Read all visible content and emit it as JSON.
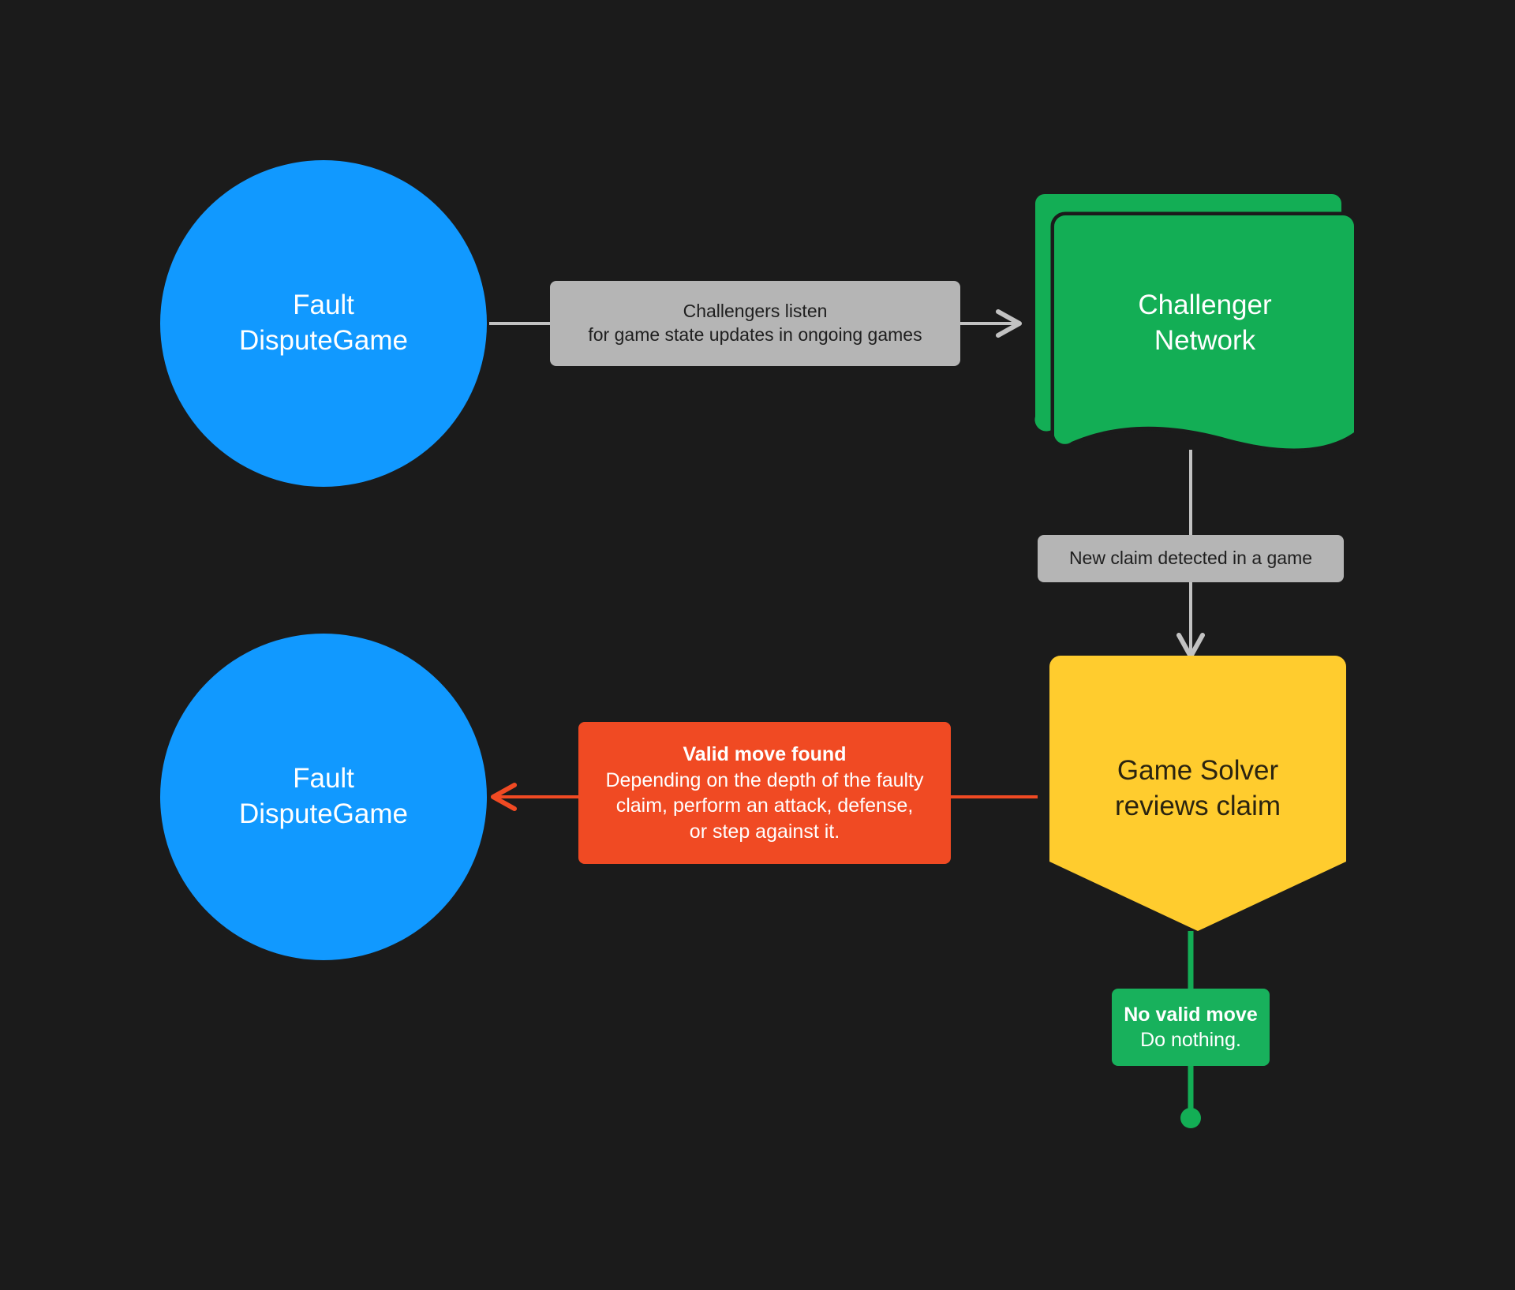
{
  "diagram": {
    "title": "Fault Dispute Game challenger flow",
    "background_color": "#1b1b1b",
    "colors": {
      "blue": "#1199ff",
      "green": "#13ae55",
      "green_label": "#18b15c",
      "yellow": "#ffcc2e",
      "orange": "#f04a23",
      "gray_label": "#b5b5b5",
      "gray_edge": "#c2c2c2",
      "node_text_light": "#ffffff",
      "node_text_dark": "#2b2410"
    },
    "nodes": [
      {
        "id": "fault-dispute-game-top",
        "shape": "circle",
        "color": "#1199ff",
        "lines": [
          "Fault",
          "DisputeGame"
        ]
      },
      {
        "id": "challenger-network",
        "shape": "stacked-document",
        "color": "#13ae55",
        "lines": [
          "Challenger",
          "Network"
        ]
      },
      {
        "id": "game-solver",
        "shape": "pentagon-down",
        "color": "#ffcc2e",
        "lines": [
          "Game Solver",
          "reviews claim"
        ]
      },
      {
        "id": "fault-dispute-game-bottom",
        "shape": "circle",
        "color": "#1199ff",
        "lines": [
          "Fault",
          "DisputeGame"
        ]
      },
      {
        "id": "terminator-dot",
        "shape": "dot",
        "color": "#13ae55",
        "lines": []
      }
    ],
    "edges": [
      {
        "id": "edge-listen",
        "from": "fault-dispute-game-top",
        "to": "challenger-network",
        "color": "#c2c2c2",
        "direction": "right",
        "label": {
          "style": "gray",
          "lines": [
            "Challengers listen",
            "for game state updates in ongoing games"
          ]
        }
      },
      {
        "id": "edge-new-claim",
        "from": "challenger-network",
        "to": "game-solver",
        "color": "#c2c2c2",
        "direction": "down",
        "label": {
          "style": "gray",
          "lines": [
            "New claim detected in a game"
          ]
        }
      },
      {
        "id": "edge-valid-move",
        "from": "game-solver",
        "to": "fault-dispute-game-bottom",
        "color": "#f04a23",
        "direction": "left",
        "label": {
          "style": "orange",
          "lines": [
            "Valid move found",
            "Depending on the depth of the faulty",
            "claim, perform an attack, defense,",
            "or step against it."
          ],
          "bold_first_line": true
        }
      },
      {
        "id": "edge-no-valid-move",
        "from": "game-solver",
        "to": "terminator-dot",
        "color": "#13ae55",
        "direction": "down",
        "label": {
          "style": "green",
          "lines": [
            "No valid move",
            "Do nothing."
          ],
          "bold_first_line": true
        }
      }
    ]
  }
}
